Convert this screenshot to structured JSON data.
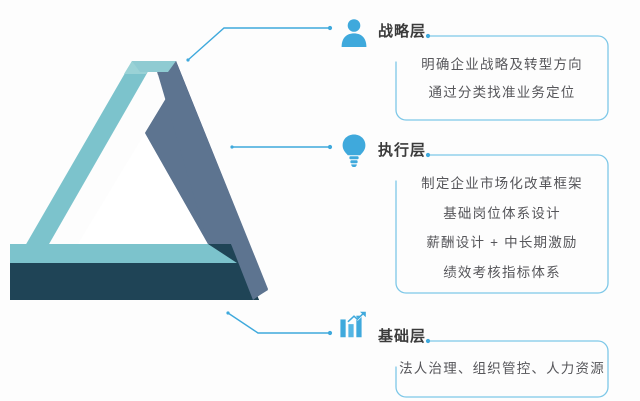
{
  "diagram": {
    "title_visible": false,
    "accent_color": "#3fa9dc",
    "text_color": "#56565a",
    "heading_color": "#3b3b3b",
    "box_border_color": "#7ec8e8",
    "background": "#fdfdfd"
  },
  "shape": {
    "name": "penrose-triangle",
    "colors": {
      "light_teal": "#7cc3cc",
      "mid_teal": "#6fb9c4",
      "slate": "#5d7490",
      "slate_dark": "#55688a",
      "navy": "#1f4456",
      "navy_dark": "#1b3d4e",
      "pale_teal": "#9ad2d6"
    }
  },
  "sections": [
    {
      "id": "strategy",
      "icon": "user-icon",
      "title": "战略层",
      "lines": [
        "明确企业战略及转型方向",
        "通过分类找准业务定位"
      ]
    },
    {
      "id": "execution",
      "icon": "lightbulb-icon",
      "title": "执行层",
      "lines": [
        "制定企业市场化改革框架",
        "基础岗位体系设计",
        "薪酬设计 + 中长期激励",
        "绩效考核指标体系"
      ]
    },
    {
      "id": "foundation",
      "icon": "bar-chart-icon",
      "title": "基础层",
      "lines": [
        "法人治理、组织管控、人力资源"
      ]
    }
  ]
}
